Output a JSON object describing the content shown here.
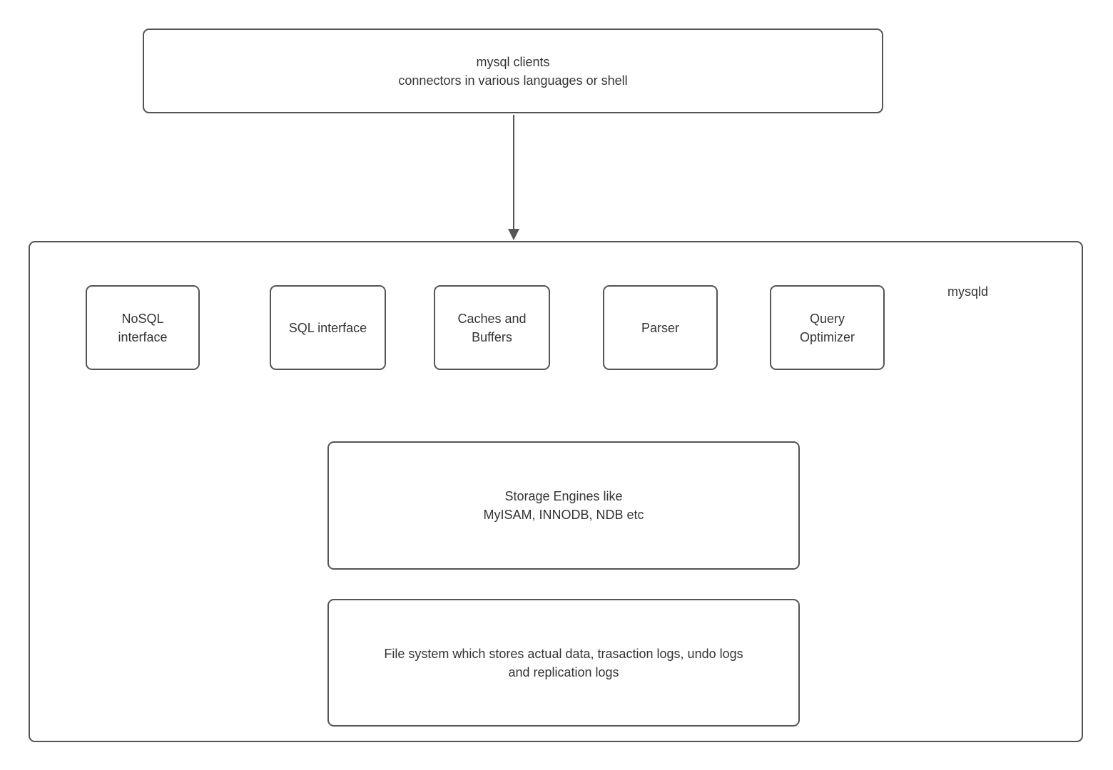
{
  "colors": {
    "border": "#545454",
    "text": "#343434",
    "arrow": "#575757",
    "background": "#ffffff"
  },
  "diagram": {
    "clients_box": {
      "label": "mysql clients\nconnectors in various languages or shell"
    },
    "mysqld": {
      "label": "mysqld",
      "components": [
        {
          "label": "NoSQL\ninterface"
        },
        {
          "label": "SQL interface"
        },
        {
          "label": "Caches and\nBuffers"
        },
        {
          "label": "Parser"
        },
        {
          "label": "Query\nOptimizer"
        }
      ],
      "storage_box": {
        "label": "Storage Engines like\nMyISAM, INNODB, NDB etc"
      },
      "filesystem_box": {
        "label": "File system which stores actual data, trasaction logs, undo logs\nand replication logs"
      }
    }
  }
}
